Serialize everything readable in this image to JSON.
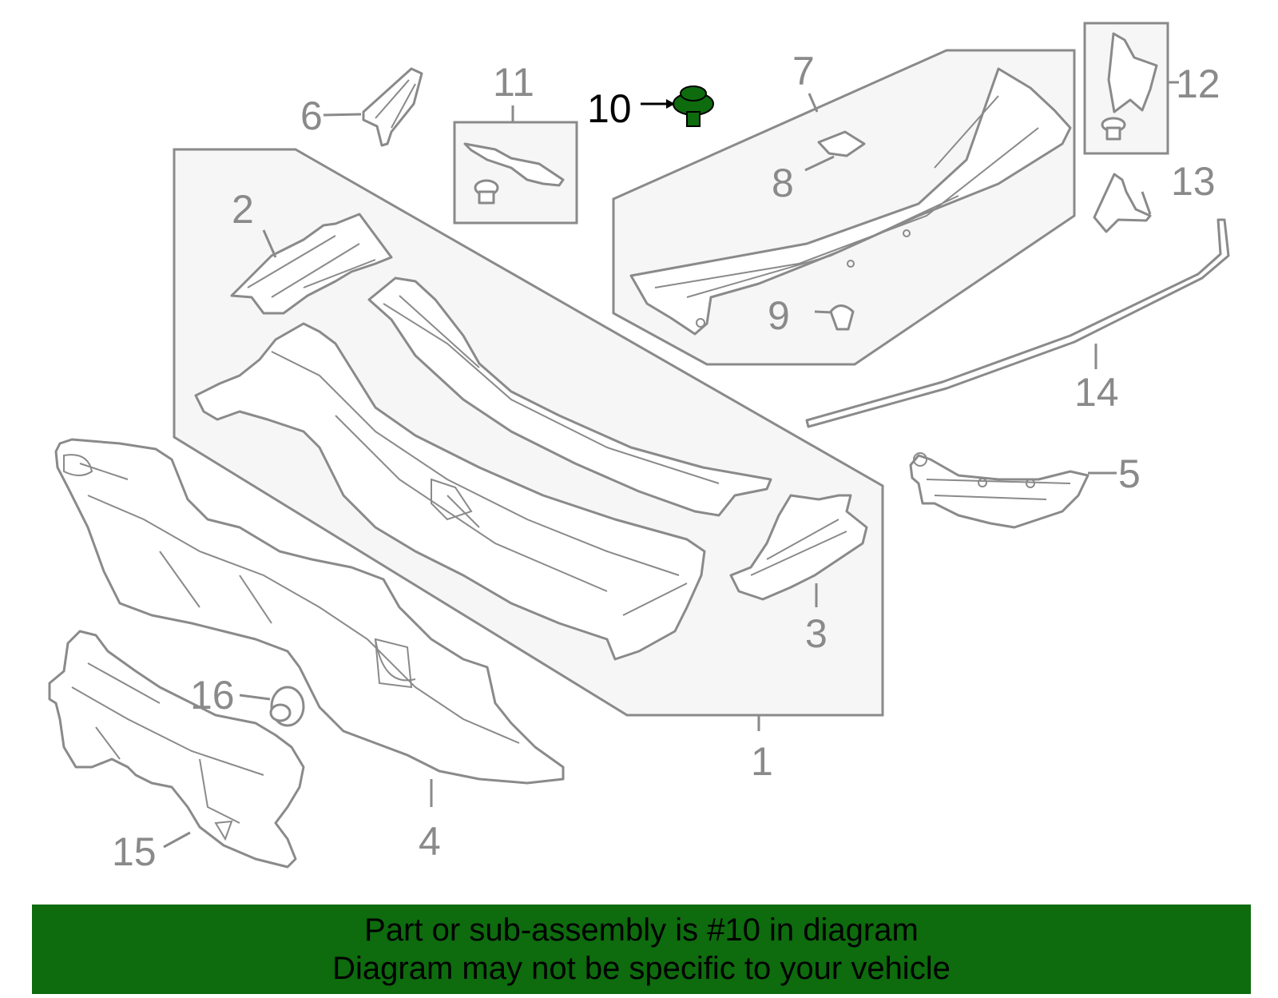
{
  "diagram": {
    "highlight_color": "#0e6b0e",
    "line_color": "#8a8a8a",
    "callouts": [
      "1",
      "2",
      "3",
      "4",
      "5",
      "6",
      "7",
      "8",
      "9",
      "10",
      "11",
      "12",
      "13",
      "14",
      "15",
      "16"
    ],
    "highlighted_callout": "10"
  },
  "banner": {
    "line1": "Part or sub-assembly is #10 in diagram",
    "line2": "Diagram may not be specific to your vehicle"
  }
}
